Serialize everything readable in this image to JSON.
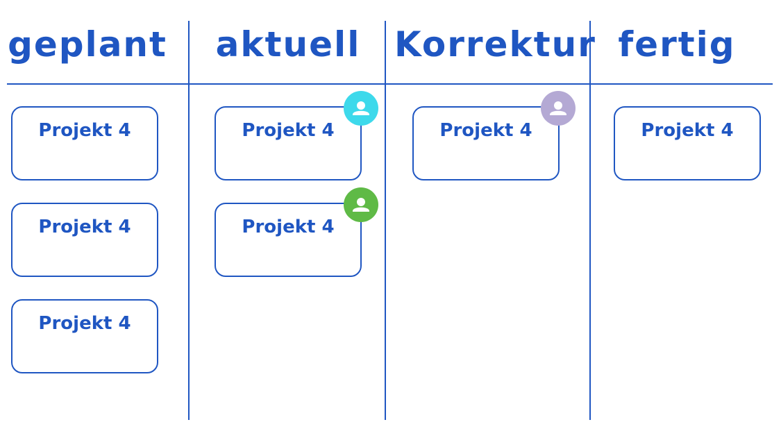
{
  "columns": [
    {
      "title": "geplant",
      "cards": [
        {
          "label": "Projekt 4"
        },
        {
          "label": "Projekt 4"
        },
        {
          "label": "Projekt 4"
        }
      ]
    },
    {
      "title": "aktuell",
      "cards": [
        {
          "label": "Projekt 4",
          "avatar_color": "#3dd9eb",
          "avatar_icon": "user-icon"
        },
        {
          "label": "Projekt 4",
          "avatar_color": "#5fba46",
          "avatar_icon": "user-icon"
        }
      ]
    },
    {
      "title": "Korrektur",
      "cards": [
        {
          "label": "Projekt 4",
          "avatar_color": "#b4a9d4",
          "avatar_icon": "user-icon"
        }
      ]
    },
    {
      "title": "fertig",
      "cards": [
        {
          "label": "Projekt 4"
        }
      ]
    }
  ],
  "colors": {
    "primary": "#1f56c2",
    "background": "#ffffff"
  }
}
